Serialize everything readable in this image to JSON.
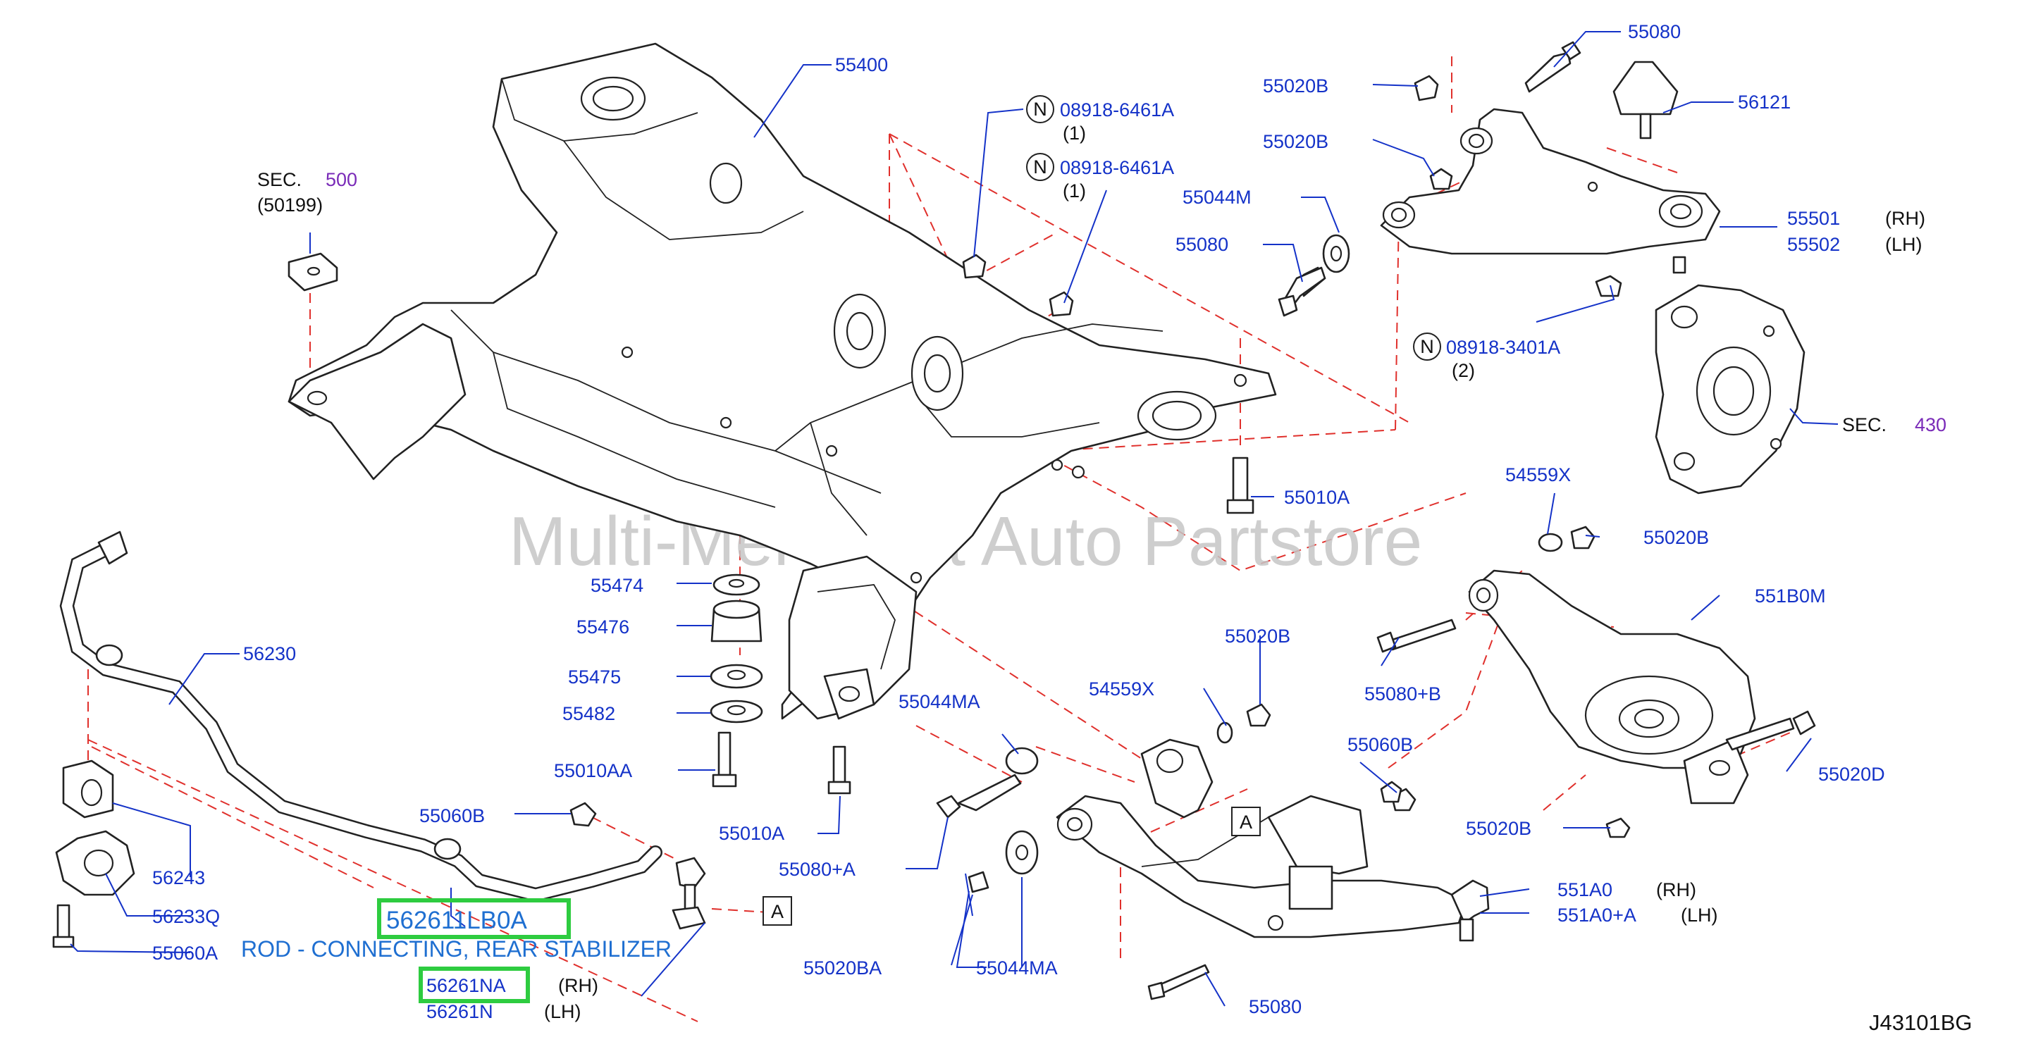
{
  "watermark": "Multi-Merchant Auto Partstore",
  "diagram_code": "J43101BG",
  "highlight_color": "#2ecc40",
  "label_color": "#1432c8",
  "dash_color": "#e0302c",
  "callouts": {
    "p55400": "55400",
    "p55080_top": "55080",
    "p56121": "56121",
    "p55020B_a": "55020B",
    "p55020B_b": "55020B",
    "p55501": "55501",
    "p55502": "55502",
    "rh_1": "(RH)",
    "lh_1": "(LH)",
    "p55044M": "55044M",
    "p55080_mid": "55080",
    "n_symbol": "N",
    "p08918_6461A_1": "08918-6461A",
    "qty1_1": "(1)",
    "p08918_6461A_2": "08918-6461A",
    "qty1_2": "(1)",
    "p08918_3401A": "08918-3401A",
    "qty2": "(2)",
    "sec": "SEC.",
    "sec500": "500",
    "p50199": "(50199)",
    "sec430": "430",
    "p55010A_top": "55010A",
    "p54559X_top": "54559X",
    "p55020B_c": "55020B",
    "p551B0M": "551B0M",
    "p55080B": "55080+B",
    "p55020D": "55020D",
    "p55020B_d": "55020B",
    "p55060B_right": "55060B",
    "p55020B_e": "55020B",
    "p54559X_mid": "54559X",
    "p55044MA_a": "55044MA",
    "p55474": "55474",
    "p55476": "55476",
    "p55475": "55475",
    "p55482": "55482",
    "p55010AA": "55010AA",
    "p55010A_bot": "55010A",
    "p55080A": "55080+A",
    "p55020BA": "55020BA",
    "p55044MA_b": "55044MA",
    "p551A0": "551A0",
    "rh_2": "(RH)",
    "p551A0A": "551A0+A",
    "lh_2": "(LH)",
    "p55080_bot": "55080",
    "p56230": "56230",
    "p56243": "56243",
    "p56233Q": "56233Q",
    "p55060A": "55060A",
    "p55060B_left": "55060B",
    "p562611LB0A": "562611LB0A",
    "rod_desc": "ROD - CONNECTING, REAR STABILIZER",
    "p56261NA": "56261NA",
    "rh_3": "(RH)",
    "p56261N": "56261N",
    "lh_3": "(LH)",
    "ref_A_1": "A",
    "ref_A_2": "A"
  }
}
